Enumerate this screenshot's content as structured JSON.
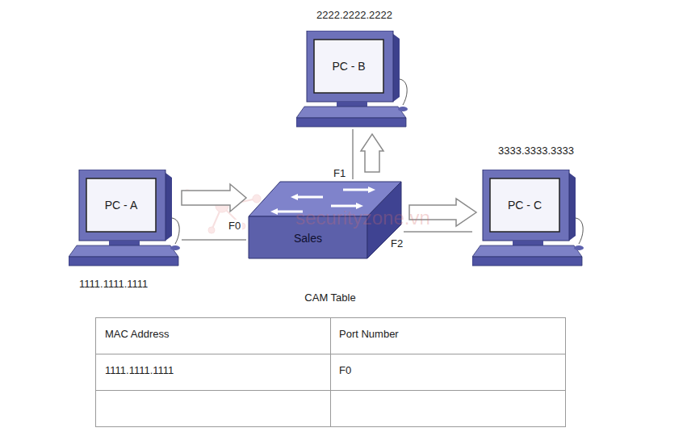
{
  "diagram": {
    "nodes": [
      {
        "text": [
          "PC - B"
        ]
      },
      {
        "text": [
          "PC - A"
        ]
      },
      {
        "text": [
          "Sales"
        ]
      },
      {
        "text": [
          "PC - C"
        ]
      }
    ],
    "edges": [
      {
        "from": 1,
        "to": 2,
        "arrow": "none",
        "label": "F0"
      },
      {
        "from": 2,
        "to": 0,
        "arrow": "none",
        "label": "F1"
      },
      {
        "from": 2,
        "to": 3,
        "arrow": "none",
        "label": "F2"
      }
    ],
    "labels": [
      "2222.2222.2222",
      "3333.3333.3333",
      "1111.1111.1111",
      "CAM Table",
      "MAC Address",
      "Port Number",
      "1111.1111.1111",
      "F0",
      "securityzone.vn"
    ]
  }
}
